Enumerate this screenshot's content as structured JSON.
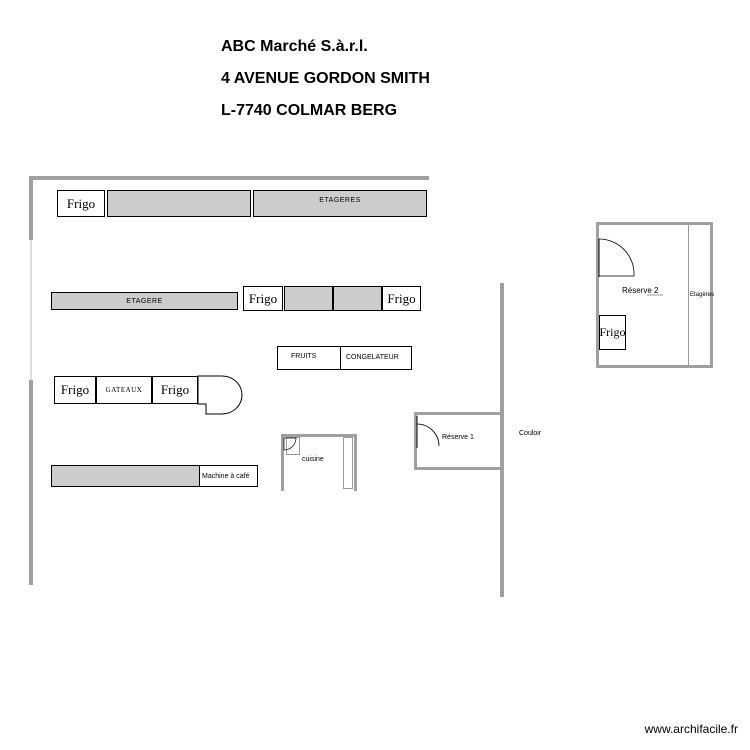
{
  "header": {
    "line1": "ABC Marché S.à.r.l.",
    "line2": "4 AVENUE GORDON SMITH",
    "line3": "L-7740 COLMAR BERG"
  },
  "labels": {
    "frigo": "Frigo",
    "etageres": "ETAGERES",
    "etagere": "ETAGERE",
    "fruits": "FRUITS",
    "congelateur": "CONGELATEUR",
    "gateaux": "GATEAUX",
    "cuisine": "cuisine",
    "machine_cafe": "Machine à café",
    "reserve1": "Réserve 1",
    "couloir": "Couloir",
    "reserve2": "Réserve 2",
    "etageres2": "Etagères"
  },
  "footer": {
    "watermark": "www.archifacile.fr"
  },
  "colors": {
    "wall": "#a0a0a0",
    "shelf": "#cccccc"
  }
}
